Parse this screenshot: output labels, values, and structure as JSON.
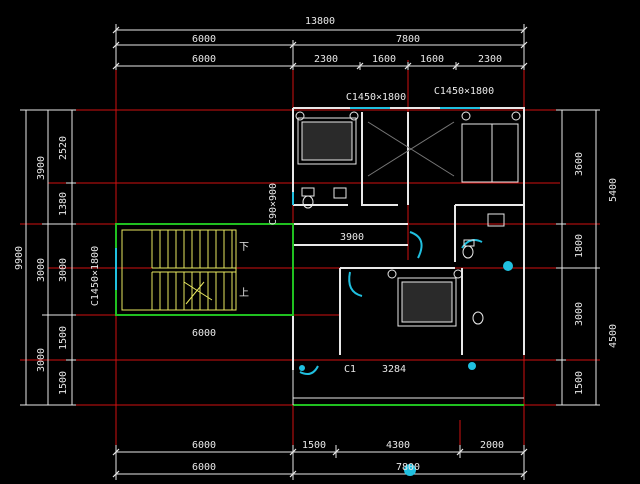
{
  "dimensions": {
    "top_total": "13800",
    "top_row1": [
      "6000",
      "7800"
    ],
    "top_row2": [
      "6000",
      "2300",
      "1600",
      "1600",
      "2300"
    ],
    "bottom_row1": [
      "6000",
      "1500",
      "4300",
      "2000"
    ],
    "bottom_row2": [
      "6000",
      "7800"
    ],
    "left_total": "9900",
    "left_outer": [
      "3900",
      "3000",
      "3000"
    ],
    "left_inner": [
      "2520",
      "1380",
      "3000",
      "1500",
      "1500"
    ],
    "right_outer": [
      "5400",
      "4500"
    ],
    "right_inner": [
      "3600",
      "1800",
      "3000",
      "1500"
    ],
    "stair_width": "6000",
    "corridor_width": "3900"
  },
  "labels": {
    "window_1": "C1450×1800",
    "window_2": "C1450×1800",
    "window_stair": "C1450×1800",
    "window_bath": "C90×900",
    "window_bottom": "C1",
    "window_bottom_2": "3284",
    "stair_down": "下",
    "stair_up": "上"
  },
  "colors": {
    "background": "#000000",
    "axis": "#d01010",
    "wall": "#e8e8e8",
    "dim_line": "#e8e8e8",
    "stair": "#e8e860",
    "stair_wall": "#20c020",
    "window": "#20c0e0",
    "fixture": "#e8e8e8",
    "balcony": "#20c020"
  }
}
